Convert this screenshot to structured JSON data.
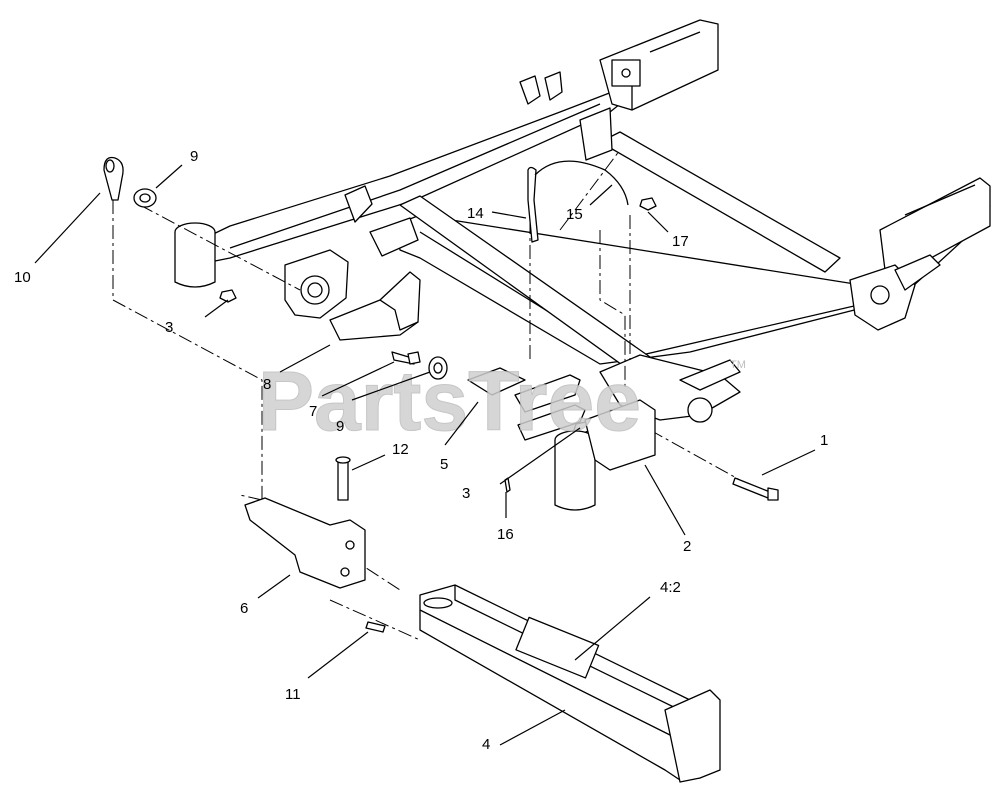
{
  "watermark": {
    "text": "PartsTree",
    "trademark": "TM"
  },
  "callouts": {
    "c1": "1",
    "c2": "2",
    "c3a": "3",
    "c3b": "3",
    "c4": "4",
    "c4_2": "4:2",
    "c5": "5",
    "c6": "6",
    "c7": "7",
    "c8": "8",
    "c9a": "9",
    "c9b": "9",
    "c10": "10",
    "c11": "11",
    "c12": "12",
    "c14": "14",
    "c15": "15",
    "c16": "16",
    "c17": "17"
  }
}
